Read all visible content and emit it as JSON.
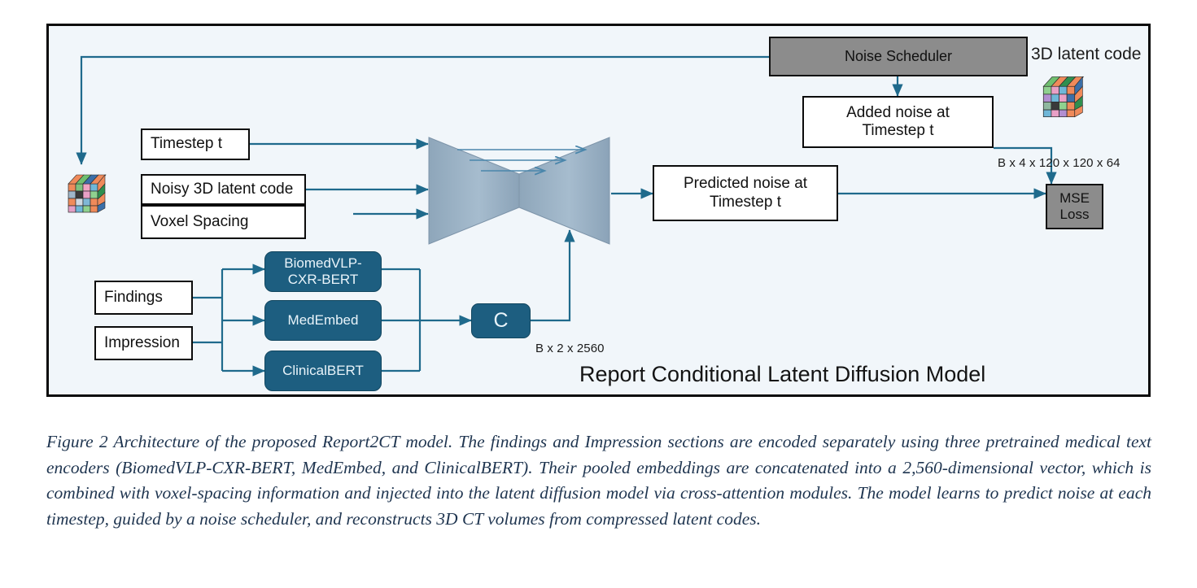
{
  "figure": {
    "panel_title": "Report Conditional Latent Diffusion Model",
    "background_color": "#f1f6fa",
    "border_color": "#0a0a0a",
    "accent_arrow_color": "#1f6a8c",
    "encoder_fill_color": "#1d5e80",
    "gray_fill_color": "#8c8c8c"
  },
  "nodes": {
    "noise_scheduler": "Noise Scheduler",
    "added_noise": "Added noise at\nTimestep t",
    "added_noise_line1": "Added noise at",
    "added_noise_line2": "Timestep t",
    "predicted_noise_line1": "Predicted noise at",
    "predicted_noise_line2": "Timestep t",
    "mse_loss_line1": "MSE",
    "mse_loss_line2": "Loss",
    "timestep": "Timestep t",
    "noisy_latent": "Noisy 3D latent code",
    "voxel_spacing": "Voxel Spacing",
    "findings": "Findings",
    "impression": "Impression",
    "encoder_biomedvlp_line1": "BiomedVLP-",
    "encoder_biomedvlp_line2": "CXR-BERT",
    "encoder_medembed": "MedEmbed",
    "encoder_clinicalbert": "ClinicalBERT",
    "concat": "C"
  },
  "labels": {
    "latent_code_caption": "3D latent code",
    "latent_shape": "B x 4 x 120 x 120 x 64",
    "concat_shape": "B x 2 x 2560"
  },
  "icons": {
    "left_cube": "voxel-cube-icon",
    "right_cube": "voxel-cube-icon"
  },
  "caption": {
    "text": "Figure 2 Architecture of the proposed Report2CT model. The findings and Impression sections are encoded separately using three pretrained medical text encoders (BiomedVLP-CXR-BERT, MedEmbed, and ClinicalBERT). Their pooled embeddings are concatenated into a 2,560-dimensional vector, which is combined with voxel-spacing information and injected into the latent diffusion model via cross-attention modules. The model learns to predict noise at each timestep, guided by a noise scheduler, and reconstructs 3D CT volumes from compressed latent codes."
  }
}
